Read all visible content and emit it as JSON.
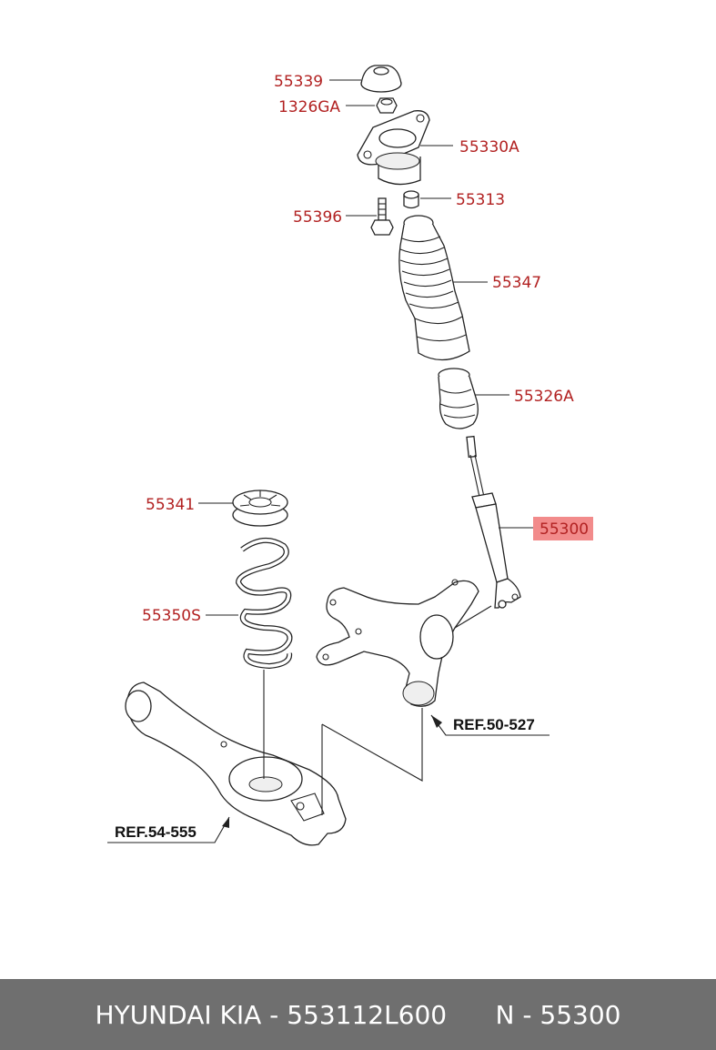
{
  "parts": {
    "p55339": "55339",
    "p1326GA": "1326GA",
    "p55330A": "55330A",
    "p55313": "55313",
    "p55396": "55396",
    "p55347": "55347",
    "p55326A": "55326A",
    "p55341": "55341",
    "p55300": "55300",
    "p55350S": "55350S"
  },
  "refs": {
    "ref_50_527": "REF.50-527",
    "ref_54_555": "REF.54-555"
  },
  "highlight_color": "#f28b8b",
  "label_color": "#b22222",
  "footer": {
    "left": "HYUNDAI KIA - 553112L600",
    "right": "N - 55300"
  }
}
